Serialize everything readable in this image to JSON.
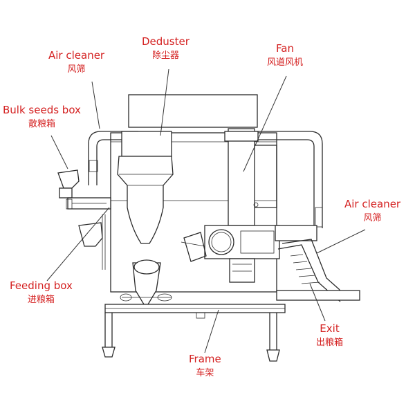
{
  "labels": {
    "air_cleaner_left": {
      "en": "Air cleaner",
      "zh": "风筛"
    },
    "deduster": {
      "en": "Deduster",
      "zh": "除尘器"
    },
    "fan": {
      "en": "Fan",
      "zh": "风道风机"
    },
    "bulk_seeds_box": {
      "en": "Bulk seeds box",
      "zh": "散粮箱"
    },
    "air_cleaner_right": {
      "en": "Air cleaner",
      "zh": "风筛"
    },
    "feeding_box": {
      "en": "Feeding box",
      "zh": "进粮箱"
    },
    "exit": {
      "en": "Exit",
      "zh": "出粮箱"
    },
    "frame": {
      "en": "Frame",
      "zh": "车架"
    }
  },
  "colors": {
    "label": "#d42020",
    "line": "#2a2a2a"
  }
}
